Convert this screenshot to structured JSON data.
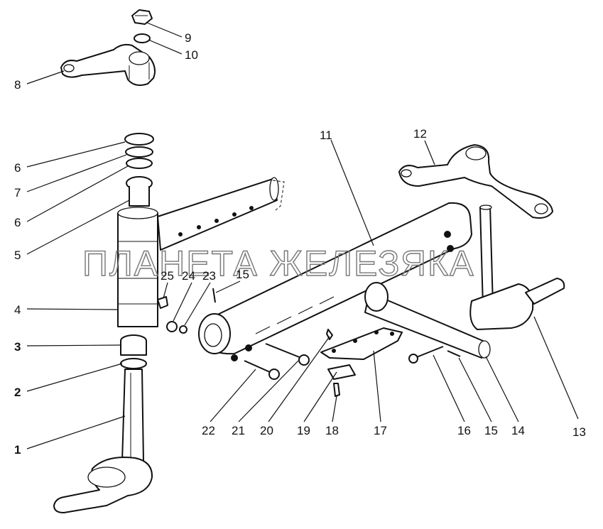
{
  "watermark": "ПЛАНЕТА ЖЕЛЕЗЯКА",
  "callouts": {
    "c1": "1",
    "c2": "2",
    "c3": "3",
    "c4": "4",
    "c5": "5",
    "c6a": "6",
    "c6b": "6",
    "c7": "7",
    "c8": "8",
    "c9": "9",
    "c10": "10",
    "c11": "11",
    "c12": "12",
    "c13": "13",
    "c14": "14",
    "c15a": "15",
    "c15b": "15",
    "c16": "16",
    "c17": "17",
    "c18": "18",
    "c19": "19",
    "c20": "20",
    "c21": "21",
    "c22": "22",
    "c23": "23",
    "c24": "24",
    "c25": "25"
  }
}
